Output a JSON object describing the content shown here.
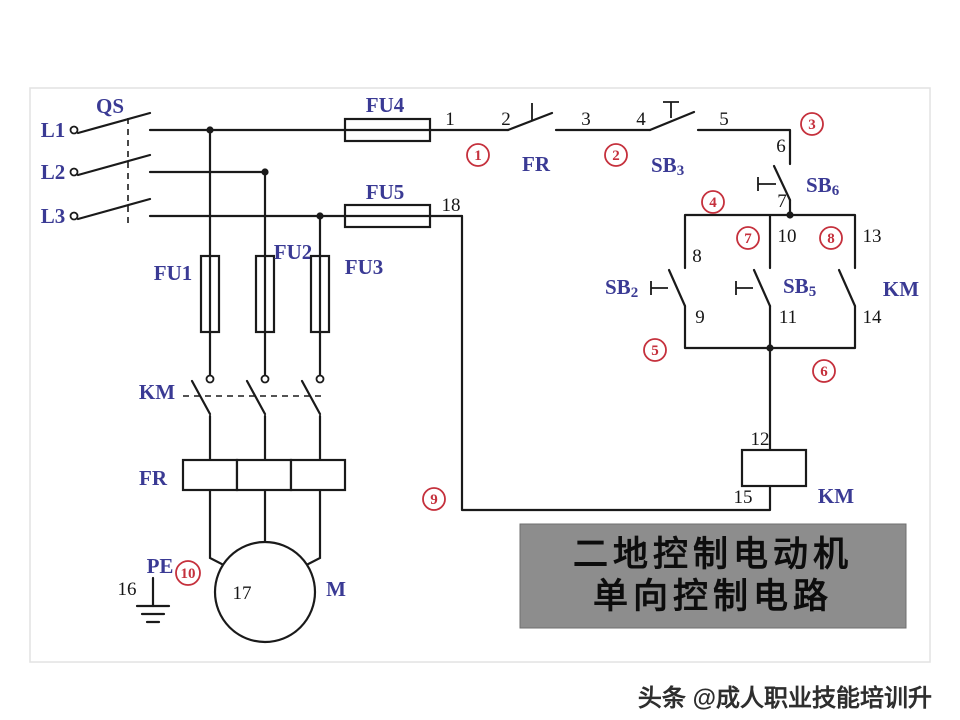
{
  "diagram": {
    "type": "electrical-schematic",
    "title_lines": [
      "二地控制电动机",
      "单向控制电路"
    ],
    "watermark": "头条 @成人职业技能培训升"
  },
  "colors": {
    "wire": "#1a1a1a",
    "label": "#3a3a94",
    "marker": "#c5303c",
    "title_bg": "#8d8d8d",
    "title_text": "#0d0d0d",
    "watermark_text": "#2e2e2e"
  },
  "labels": {
    "qs": "QS",
    "l1": "L1",
    "l2": "L2",
    "l3": "L3",
    "fu1": "FU1",
    "fu2": "FU2",
    "fu3": "FU3",
    "fu4": "FU4",
    "fu5": "FU5",
    "fr_contact": "FR",
    "fr_heater": "FR",
    "km_main": "KM",
    "km_aux": "KM",
    "km_coil": "KM",
    "sb2": {
      "base": "SB",
      "sub": "2"
    },
    "sb3": {
      "base": "SB",
      "sub": "3"
    },
    "sb5": {
      "base": "SB",
      "sub": "5"
    },
    "sb6": {
      "base": "SB",
      "sub": "6"
    },
    "motor": "M",
    "motor_terminal": "17",
    "pe": "PE"
  },
  "terminals": {
    "t1": "1",
    "t2": "2",
    "t3": "3",
    "t4": "4",
    "t5": "5",
    "t6": "6",
    "t7": "7",
    "t8": "8",
    "t9": "9",
    "t10": "10",
    "t11": "11",
    "t12": "12",
    "t13": "13",
    "t14": "14",
    "t15": "15",
    "t16": "16",
    "t17": "17",
    "t18": "18"
  },
  "markers": {
    "m1": "1",
    "m2": "2",
    "m3": "3",
    "m4": "4",
    "m5": "5",
    "m6": "6",
    "m7": "7",
    "m8": "8",
    "m9": "9",
    "m10": "10"
  }
}
